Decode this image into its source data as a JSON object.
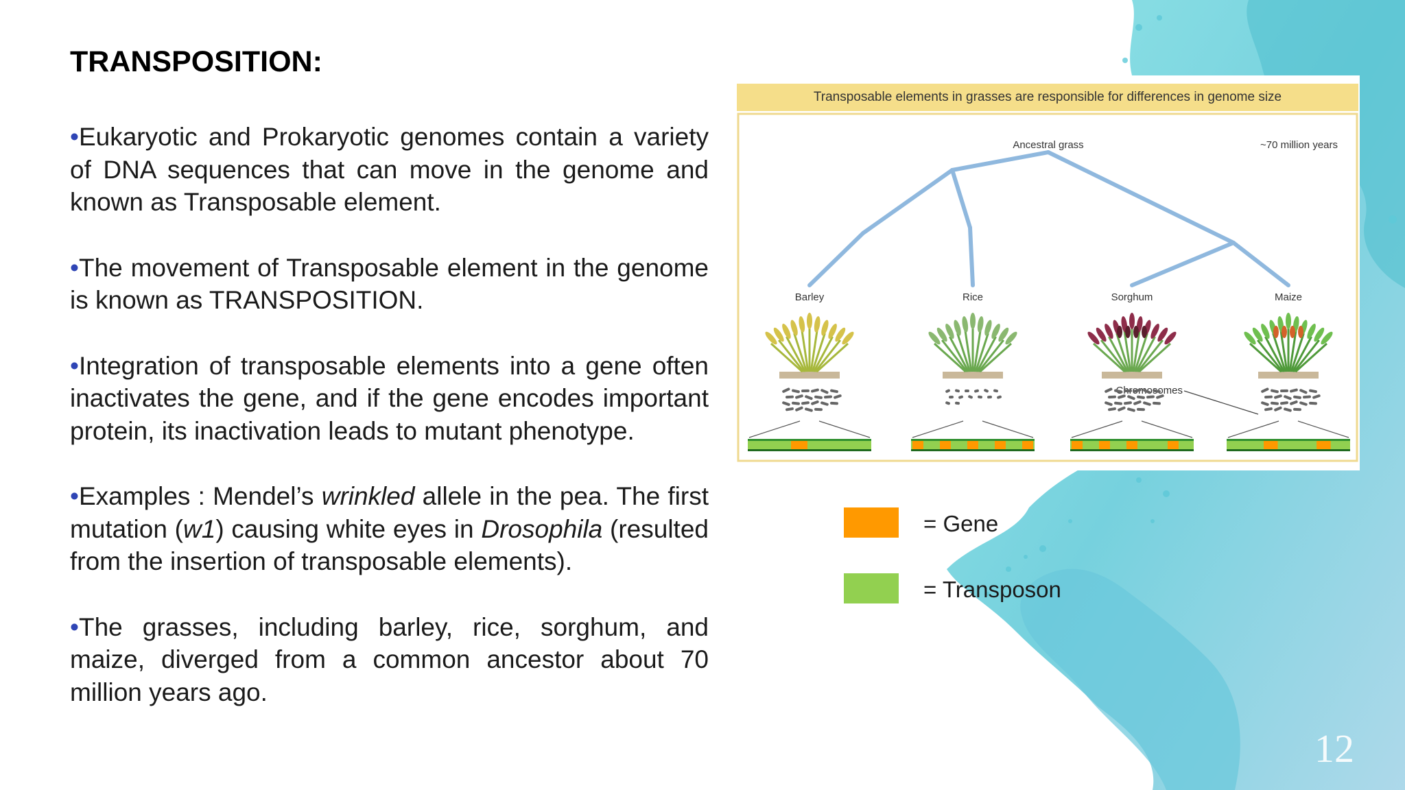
{
  "slide": {
    "title": "TRANSPOSITION:",
    "bullets": [
      [
        {
          "t": "Eukaryotic and Prokaryotic genomes contain a variety of DNA sequences that can move in the genome and known as Transposable element."
        }
      ],
      [
        {
          "t": "The movement of Transposable element in the genome is known as TRANSPOSITION."
        }
      ],
      [
        {
          "t": "Integration of transposable elements into a gene often inactivates the gene, and if the gene encodes important protein, its inactivation leads to mutant phenotype."
        }
      ],
      [
        {
          "t": "Examples : Mendel’s "
        },
        {
          "t": "wrinkled",
          "i": true
        },
        {
          "t": " allele in the pea. The first mutation ("
        },
        {
          "t": "w1",
          "i": true
        },
        {
          "t": ") causing white eyes in "
        },
        {
          "t": "Drosophila",
          "i": true
        },
        {
          "t": " (resulted from the insertion of transposable elements)."
        }
      ],
      [
        {
          "t": "The grasses, including barley, rice, sorghum, and maize, diverged from a common ancestor about 70 million years ago."
        }
      ]
    ],
    "bullet_marker": "•",
    "page_number": "12"
  },
  "figure": {
    "title": "Transposable elements in grasses are responsible for differences in genome size",
    "ancestor_label": "Ancestral grass",
    "time_label": "~70 million years",
    "chromosomes_label": "Chromosomes",
    "species": [
      {
        "name": "Barley",
        "blocks": [
          0,
          0,
          1,
          0,
          0,
          0
        ]
      },
      {
        "name": "Rice",
        "blocks": [
          1,
          0,
          1,
          0,
          1,
          0,
          1,
          0,
          1
        ]
      },
      {
        "name": "Sorghum",
        "blocks": [
          1,
          0,
          1,
          0,
          1,
          0,
          0,
          1,
          0
        ]
      },
      {
        "name": "Maize",
        "blocks": [
          0,
          0,
          1,
          0,
          0,
          1,
          0
        ]
      }
    ]
  },
  "legend": {
    "items": [
      {
        "label": "= Gene",
        "color": "#ff9900"
      },
      {
        "label": "= Transposon",
        "color": "#92d050"
      }
    ]
  },
  "colors": {
    "gene": "#ff9900",
    "transposon": "#92d050",
    "tree": "#8fb8de",
    "bullet_marker": "#2f45b5",
    "splash": "#5ec9d8"
  }
}
